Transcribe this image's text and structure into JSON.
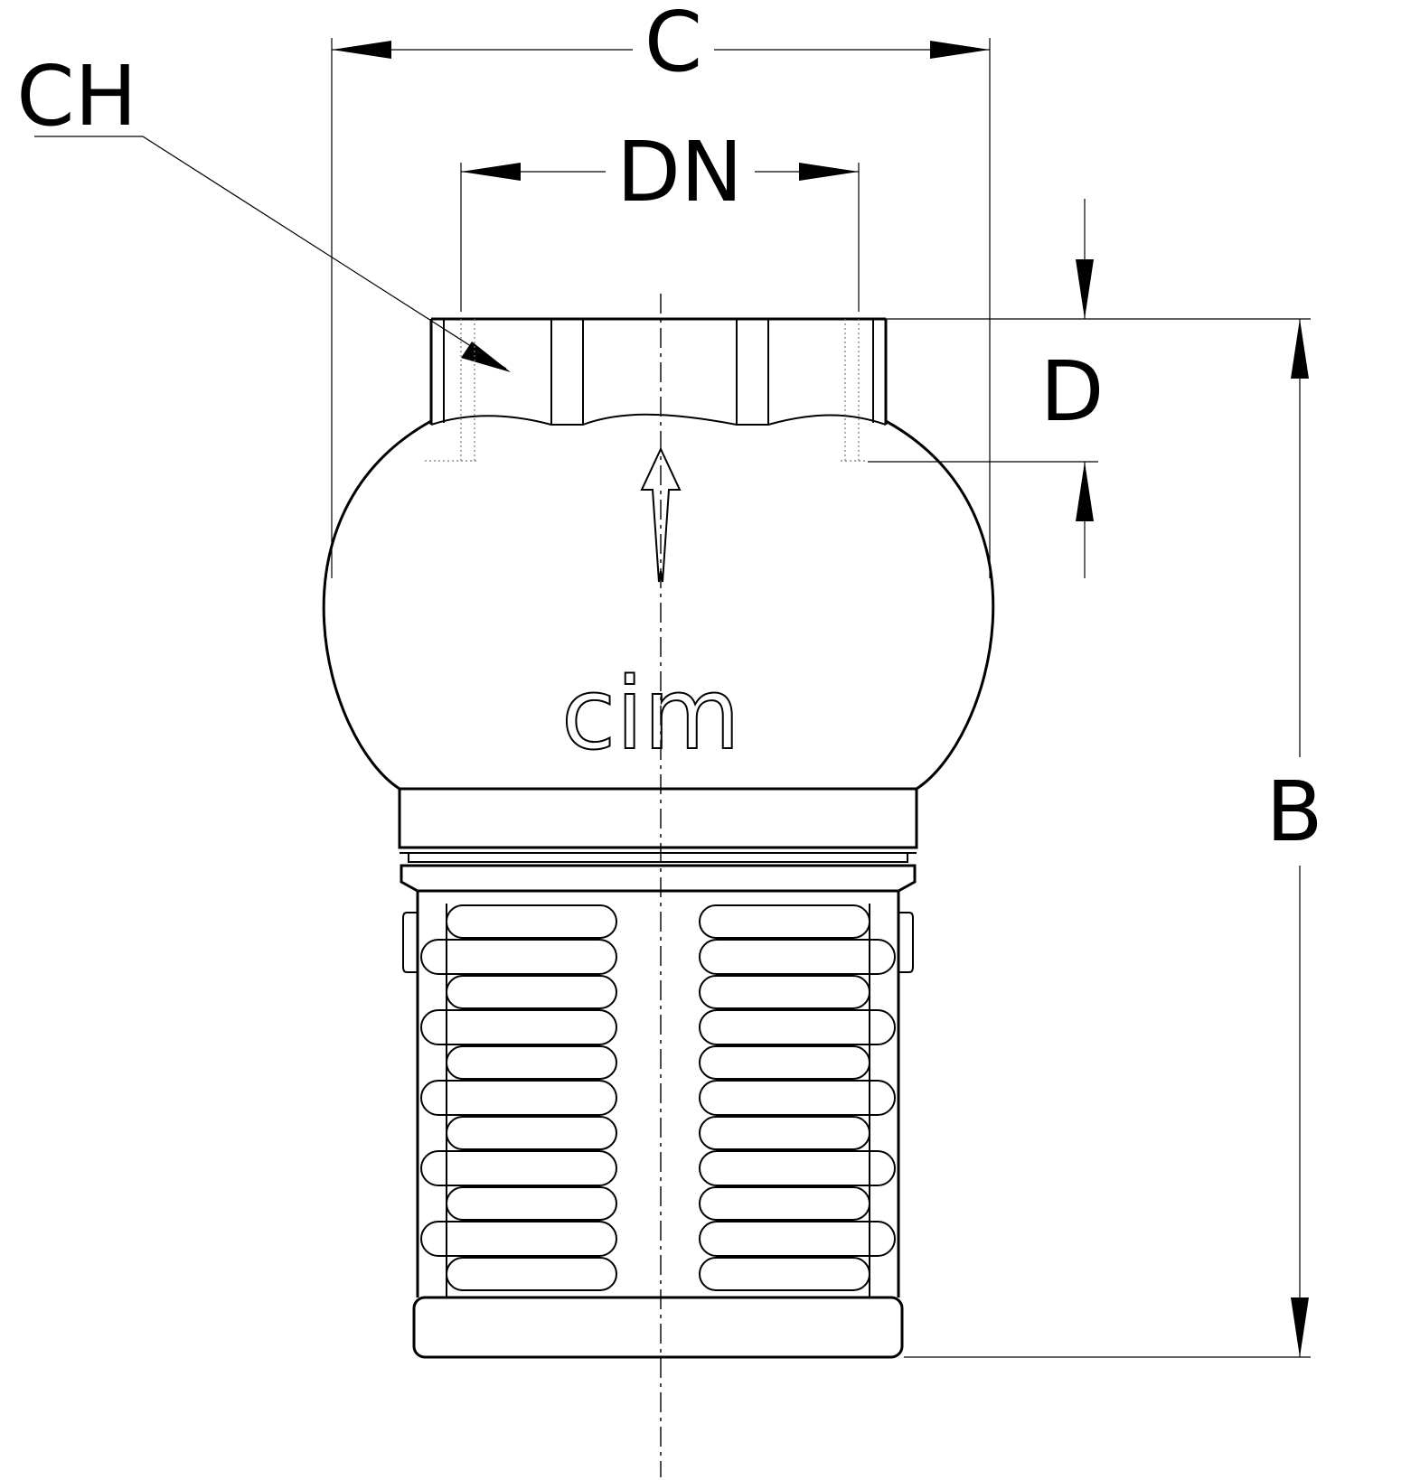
{
  "labels": {
    "c": "C",
    "ch": "CH",
    "dn": "DN",
    "d": "D",
    "b": "B"
  },
  "logo_text": "cim",
  "colors": {
    "line": "#000000",
    "background": "#ffffff"
  }
}
